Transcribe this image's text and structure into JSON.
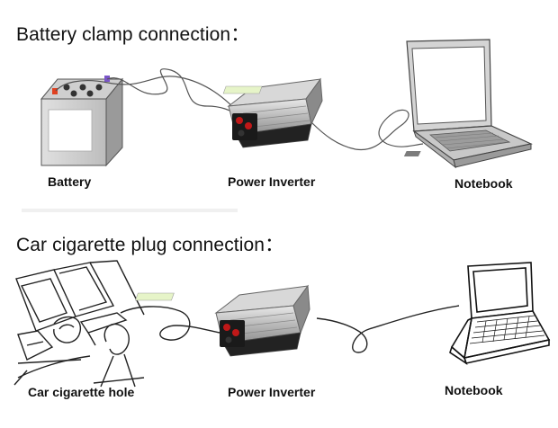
{
  "section1": {
    "title": "Battery clamp connection：",
    "labels": {
      "battery": "Battery",
      "inverter": "Power Inverter",
      "notebook": "Notebook"
    }
  },
  "section2": {
    "title": "Car cigarette plug connection：",
    "labels": {
      "cigarette": "Car cigarette hole",
      "inverter": "Power Inverter",
      "notebook": "Notebook"
    }
  }
}
